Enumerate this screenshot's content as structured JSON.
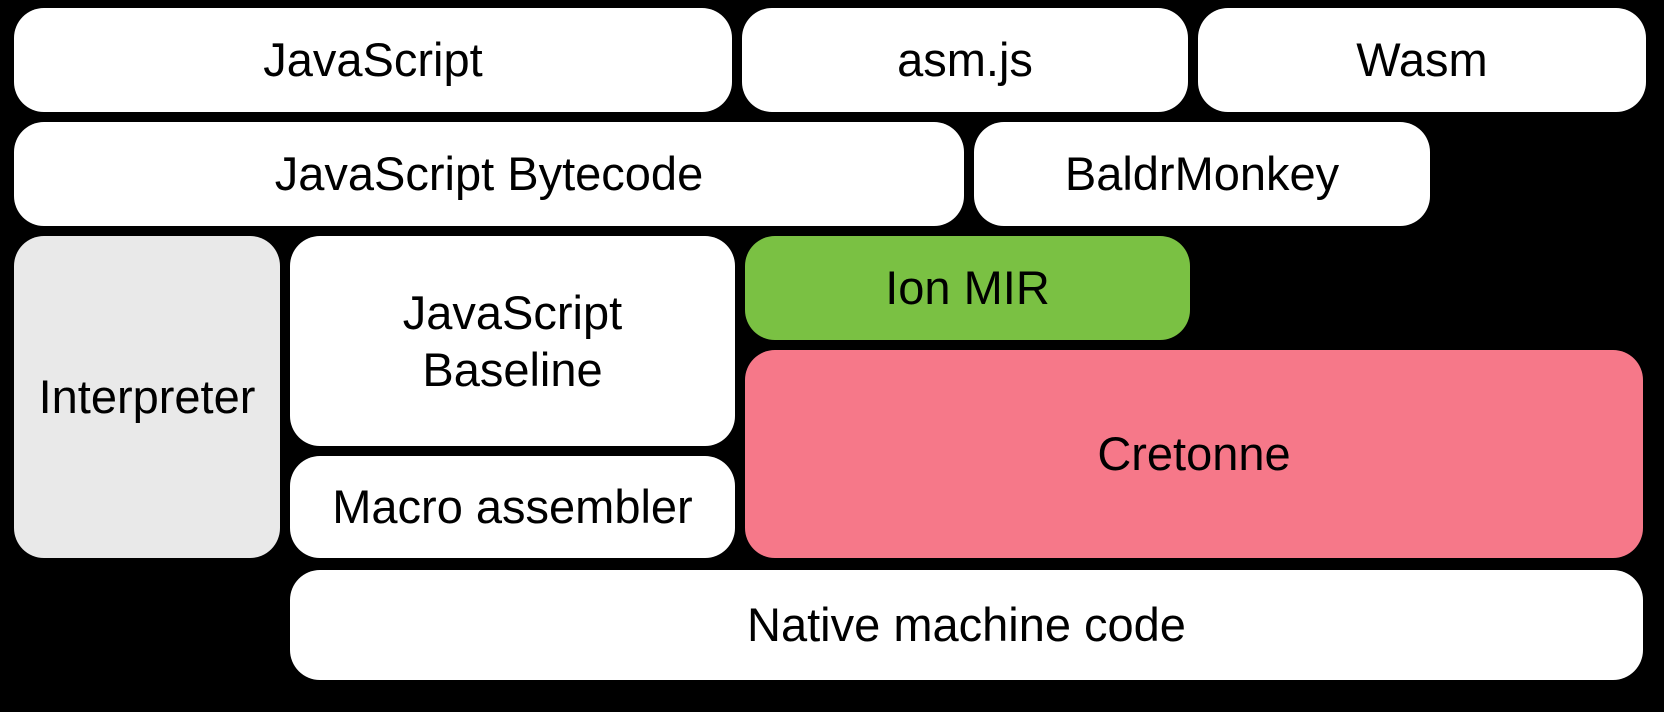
{
  "colors": {
    "background": "#000000",
    "node_white": "#FFFFFF",
    "node_gray": "#E9E9E9",
    "node_green": "#7AC143",
    "node_pink": "#F67889",
    "text": "#000000"
  },
  "nodes": [
    {
      "id": "javascript",
      "label": "JavaScript",
      "color_key": "node_white"
    },
    {
      "id": "asmjs",
      "label": "asm.js",
      "color_key": "node_white"
    },
    {
      "id": "wasm",
      "label": "Wasm",
      "color_key": "node_white"
    },
    {
      "id": "javascript-bytecode",
      "label": "JavaScript Bytecode",
      "color_key": "node_white"
    },
    {
      "id": "baldrmonkey",
      "label": "BaldrMonkey",
      "color_key": "node_white"
    },
    {
      "id": "interpreter",
      "label": "Interpreter",
      "color_key": "node_gray"
    },
    {
      "id": "javascript-baseline",
      "label": "JavaScript Baseline",
      "color_key": "node_white"
    },
    {
      "id": "ion-mir",
      "label": "Ion MIR",
      "color_key": "node_green"
    },
    {
      "id": "cretonne",
      "label": "Cretonne",
      "color_key": "node_pink"
    },
    {
      "id": "macro-assembler",
      "label": "Macro assembler",
      "color_key": "node_white"
    },
    {
      "id": "native-machine-code",
      "label": "Native machine code",
      "color_key": "node_white"
    }
  ]
}
